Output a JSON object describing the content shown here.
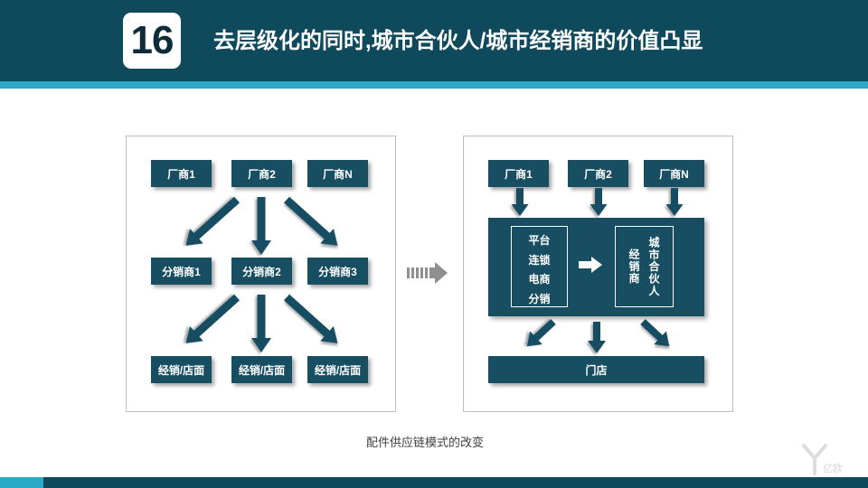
{
  "slide": {
    "number": "16",
    "title": "去层级化的同时,城市合伙人/城市经销商的价值凸显",
    "caption": "配件供应链模式的改变",
    "watermark": "亿欧"
  },
  "colors": {
    "header": "#0e4a5c",
    "accent": "#2ba9c6",
    "node_fill": "#184e62",
    "node_text": "#ffffff",
    "transition_arrow": "#8f8f8f",
    "panel_border": "#bfbfbf",
    "caption_text": "#404040"
  },
  "icons": {
    "flow": "block-arrow-icon",
    "transition": "striped-right-arrow-icon",
    "watermark": "eo-logo-icon"
  },
  "left_diagram": {
    "manufacturers": [
      "厂商1",
      "厂商2",
      "厂商N"
    ],
    "distributors": [
      "分销商1",
      "分销商2",
      "分销商3"
    ],
    "retailers": [
      "经销/店面",
      "经销/店面",
      "经销/店面"
    ]
  },
  "right_diagram": {
    "manufacturers": [
      "厂商1",
      "厂商2",
      "厂商N"
    ],
    "channels": [
      "平台",
      "连锁",
      "电商",
      "分销"
    ],
    "dealer_label": "经销商",
    "partner_label": "城市合伙人",
    "store": "门店"
  }
}
